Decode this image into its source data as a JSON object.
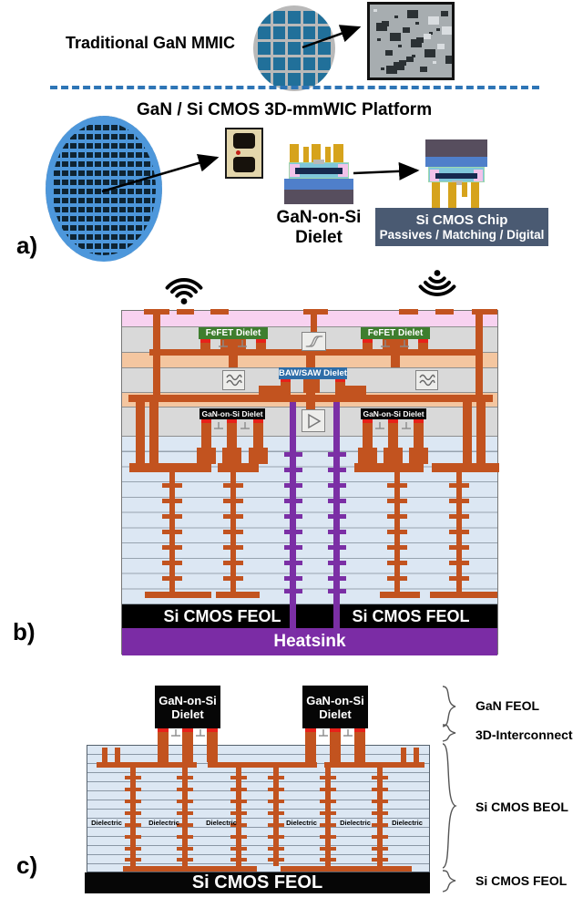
{
  "panel_a": {
    "label": "a)",
    "traditional_title": "Traditional GaN MMIC",
    "platform_title": "GaN / Si CMOS 3D-mmWIC Platform",
    "dielet_caption_line1": "GaN-on-Si",
    "dielet_caption_line2": "Dielet",
    "cmos_chip_title": "Si CMOS Chip",
    "cmos_chip_subtitle": "Passives / Matching / Digital"
  },
  "panel_b": {
    "label": "b)",
    "fefet_dielet_left": "FeFET Dielet",
    "fefet_dielet_right": "FeFET Dielet",
    "baw_saw_dielet": "BAW/SAW Dielet",
    "gan_dielet_left": "GaN-on-Si Dielet",
    "gan_dielet_right": "GaN-on-Si Dielet",
    "si_cmos_feol_left": "Si CMOS FEOL",
    "si_cmos_feol_right": "Si CMOS FEOL",
    "heatsink": "Heatsink"
  },
  "panel_c": {
    "label": "c)",
    "dielet_left": {
      "line1": "GaN-on-Si",
      "line2": "Dielet"
    },
    "dielet_right": {
      "line1": "GaN-on-Si",
      "line2": "Dielet"
    },
    "dielectric_labels": [
      "Dielectric",
      "Dielectric",
      "Dielectric",
      "Dielectric",
      "Dielectric",
      "Dielectric"
    ],
    "si_cmos_feol": "Si CMOS FEOL",
    "annotations": [
      {
        "label": "GaN FEOL"
      },
      {
        "label": "3D-Interconnect"
      },
      {
        "label": "Si CMOS BEOL"
      },
      {
        "label": "Si CMOS FEOL"
      }
    ]
  },
  "icons": {
    "wifi_left": "wifi-signal",
    "wifi_right": "wifi-signal-inverted",
    "hysteresis": "hysteresis-loop",
    "filter": "acoustic-filter-waves",
    "amplifier": "amplifier-triangle",
    "transistor": "transistor-contact"
  },
  "colors": {
    "interconnect_orange": "#C2531F",
    "via_purple": "#7B2FA5",
    "heatsink_purple": "#7B2CA5",
    "antenna_pink": "#F8D2F0",
    "dielet_gray": "#D9D9D9",
    "rdl_peach": "#F4C6A0",
    "beol_blue": "#DCE7F3",
    "fefet_green": "#3E7E2E",
    "baw_blue": "#2E6DA8",
    "pad_red": "#E8211A",
    "wafer_blue": "#4D97DB",
    "chip_slate": "#4A5A72"
  }
}
